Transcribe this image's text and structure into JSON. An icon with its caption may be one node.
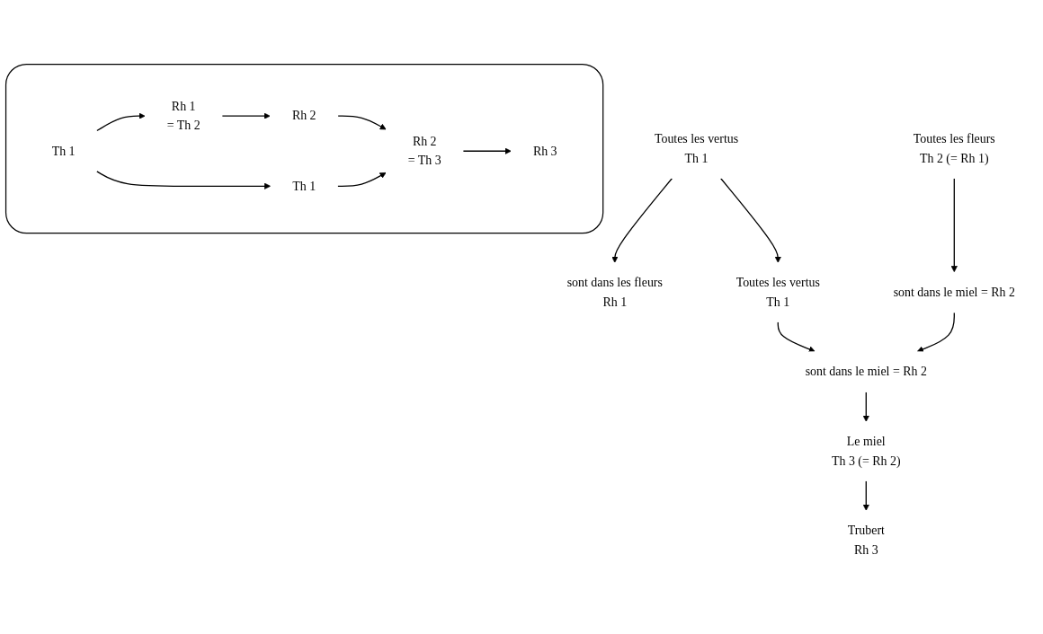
{
  "diagram": {
    "nodes": [
      {
        "text": [],
        "shape": "box"
      },
      {
        "text": [
          "Th 1"
        ],
        "in": 0
      },
      {
        "text": [
          "Rh 1",
          "= Th 2"
        ],
        "in": 0
      },
      {
        "text": [
          "Rh 2"
        ],
        "in": 0
      },
      {
        "text": [
          "Th 1"
        ],
        "in": 0
      },
      {
        "text": [
          "Rh 2",
          "= Th 3"
        ],
        "in": 0
      },
      {
        "text": [
          "Rh 3"
        ],
        "in": 0
      },
      {
        "text": [
          "Toutes les vertus",
          "Th 1"
        ]
      },
      {
        "text": [
          "sont dans les fleurs",
          "Rh 1"
        ]
      },
      {
        "text": [
          "Toutes les fleurs",
          "Th 2 (= Rh 1)"
        ]
      },
      {
        "text": [
          "sont dans le miel = Rh 2"
        ]
      },
      {
        "text": [
          "Toutes les vertus",
          "Th 1"
        ]
      },
      {
        "text": [
          "sont dans le miel = Rh 2"
        ]
      },
      {
        "text": [
          "Le miel",
          "Th 3 (= Rh 2)"
        ]
      },
      {
        "text": [
          "Trubert",
          "Rh 3"
        ]
      }
    ],
    "edges": [
      {
        "from": 1,
        "to": 2,
        "arrow": "to"
      },
      {
        "from": 2,
        "to": 3,
        "arrow": "to"
      },
      {
        "from": 1,
        "to": 4,
        "arrow": "to"
      },
      {
        "from": 3,
        "to": 5,
        "arrow": "to"
      },
      {
        "from": 4,
        "to": 5,
        "arrow": "to"
      },
      {
        "from": 5,
        "to": 6,
        "arrow": "to"
      },
      {
        "from": 7,
        "to": 8,
        "arrow": "to"
      },
      {
        "from": 9,
        "to": 10,
        "arrow": "to"
      },
      {
        "from": 7,
        "to": 11,
        "arrow": "to"
      },
      {
        "from": 10,
        "to": 12,
        "arrow": "to"
      },
      {
        "from": 11,
        "to": 12,
        "arrow": "to"
      },
      {
        "from": 12,
        "to": 13,
        "arrow": "to"
      },
      {
        "from": 13,
        "to": 14,
        "arrow": "to"
      }
    ]
  }
}
